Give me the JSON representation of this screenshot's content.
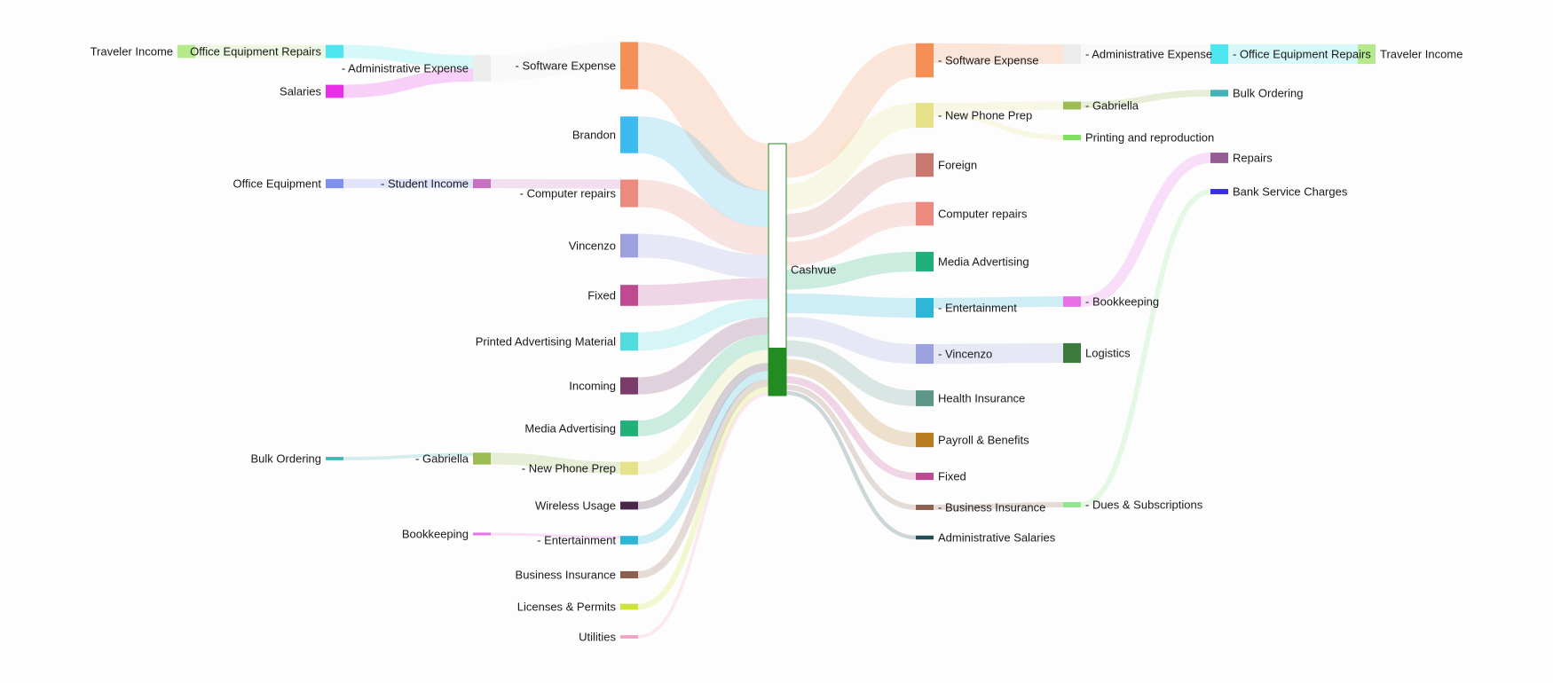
{
  "chart_data": {
    "type": "sankey",
    "title": "",
    "nodes": [
      {
        "id": "traveler_l",
        "label": "Traveler Income",
        "color": "#b5ea8c",
        "value": 1
      },
      {
        "id": "oer_l",
        "label": "Office Equipment Repairs",
        "color": "#4ee6ee",
        "value": 1
      },
      {
        "id": "sal_l",
        "label": "Salaries",
        "color": "#e82ee8",
        "value": 1
      },
      {
        "id": "admin_l",
        "label": "- Administrative Expense",
        "color": "#ececec",
        "value": 2
      },
      {
        "id": "soft_l",
        "label": "- Software Expense",
        "color": "#f58f56",
        "value": 3.6
      },
      {
        "id": "brandon",
        "label": "Brandon",
        "color": "#3bbbee",
        "value": 2.8
      },
      {
        "id": "offeq",
        "label": "Office Equipment",
        "color": "#7f8ff0",
        "value": 0.7
      },
      {
        "id": "student",
        "label": "- Student Income",
        "color": "#c870c0",
        "value": 0.7
      },
      {
        "id": "comp_l",
        "label": "- Computer repairs",
        "color": "#ec8a80",
        "value": 2.1
      },
      {
        "id": "vinc_l",
        "label": "Vincenzo",
        "color": "#9aa1de",
        "value": 1.8
      },
      {
        "id": "fixed_l",
        "label": "Fixed",
        "color": "#c04a92",
        "value": 1.6
      },
      {
        "id": "pam",
        "label": "Printed Advertising Material",
        "color": "#52dcdc",
        "value": 1.4
      },
      {
        "id": "incoming",
        "label": "Incoming",
        "color": "#7b3b6b",
        "value": 1.3
      },
      {
        "id": "media_l",
        "label": "Media Advertising",
        "color": "#22b07a",
        "value": 1.2
      },
      {
        "id": "bulk_l",
        "label": "Bulk Ordering",
        "color": "#40b4b4",
        "value": 0.25
      },
      {
        "id": "gab_l",
        "label": "- Gabriella",
        "color": "#9cbc52",
        "value": 0.9
      },
      {
        "id": "phone_l",
        "label": "- New Phone Prep",
        "color": "#e6e28a",
        "value": 1.0
      },
      {
        "id": "wireless",
        "label": "Wireless Usage",
        "color": "#4a2748",
        "value": 0.6
      },
      {
        "id": "bookk_l",
        "label": "Bookkeeping",
        "color": "#e870e8",
        "value": 0.2
      },
      {
        "id": "ent_l",
        "label": "- Entertainment",
        "color": "#2eb6d6",
        "value": 0.65
      },
      {
        "id": "busins_l",
        "label": "Business Insurance",
        "color": "#8c5f4f",
        "value": 0.55
      },
      {
        "id": "licenses",
        "label": "Licenses & Permits",
        "color": "#cee436",
        "value": 0.45
      },
      {
        "id": "utilities",
        "label": "Utilities",
        "color": "#f49fc4",
        "value": 0.25
      },
      {
        "id": "cashvue",
        "label": "Cashvue",
        "color": "#228b22",
        "value": 19.4
      },
      {
        "id": "soft_r",
        "label": "- Software Expense",
        "color": "#f58f56",
        "value": 2.6
      },
      {
        "id": "phone_r",
        "label": "- New Phone Prep",
        "color": "#e6e28a",
        "value": 1.9
      },
      {
        "id": "foreign",
        "label": "Foreign",
        "color": "#c8786f",
        "value": 1.8
      },
      {
        "id": "comp_r",
        "label": "Computer repairs",
        "color": "#ec8a80",
        "value": 1.8
      },
      {
        "id": "media_r",
        "label": "Media Advertising",
        "color": "#22b07a",
        "value": 1.5
      },
      {
        "id": "ent_r",
        "label": "- Entertainment",
        "color": "#2eb6d6",
        "value": 1.5
      },
      {
        "id": "vinc_r",
        "label": "- Vincenzo",
        "color": "#9aa1de",
        "value": 1.5
      },
      {
        "id": "health",
        "label": "Health Insurance",
        "color": "#5e968a",
        "value": 1.2
      },
      {
        "id": "payroll",
        "label": "Payroll & Benefits",
        "color": "#b87c1e",
        "value": 1.1
      },
      {
        "id": "fixed_r",
        "label": "Fixed",
        "color": "#c04a92",
        "value": 0.55
      },
      {
        "id": "busins_r",
        "label": "- Business Insurance",
        "color": "#8c5f4f",
        "value": 0.4
      },
      {
        "id": "adminsal",
        "label": "Administrative Salaries",
        "color": "#1f4f55",
        "value": 0.3
      },
      {
        "id": "admin_r",
        "label": "- Administrative Expense",
        "color": "#ececec",
        "value": 1.5
      },
      {
        "id": "gab_r",
        "label": "- Gabriella",
        "color": "#9cbc52",
        "value": 0.6
      },
      {
        "id": "printing",
        "label": "Printing and reproduction",
        "color": "#7ee05e",
        "value": 0.4
      },
      {
        "id": "bookk_r",
        "label": "- Bookkeeping",
        "color": "#e870e8",
        "value": 0.8
      },
      {
        "id": "logistics",
        "label": "Logistics",
        "color": "#3c7a3c",
        "value": 1.5
      },
      {
        "id": "dues",
        "label": "- Dues & Subscriptions",
        "color": "#8fe68f",
        "value": 0.4
      },
      {
        "id": "oer_r",
        "label": "- Office Equipment Repairs",
        "color": "#4ee6ee",
        "value": 1.5
      },
      {
        "id": "bulk_r",
        "label": "Bulk Ordering",
        "color": "#40b4b4",
        "value": 0.5
      },
      {
        "id": "repairs",
        "label": "Repairs",
        "color": "#945e94",
        "value": 0.8
      },
      {
        "id": "bank",
        "label": "Bank Service Charges",
        "color": "#3a2ee6",
        "value": 0.4
      },
      {
        "id": "traveler_r",
        "label": "Traveler Income",
        "color": "#b5ea8c",
        "value": 1.5
      }
    ],
    "links": [
      {
        "source": "traveler_l",
        "target": "oer_l",
        "value": 1
      },
      {
        "source": "oer_l",
        "target": "admin_l",
        "value": 1
      },
      {
        "source": "sal_l",
        "target": "admin_l",
        "value": 1
      },
      {
        "source": "admin_l",
        "target": "soft_l",
        "value": 2
      },
      {
        "source": "offeq",
        "target": "student",
        "value": 0.7
      },
      {
        "source": "student",
        "target": "comp_l",
        "value": 0.7
      },
      {
        "source": "bulk_l",
        "target": "gab_l",
        "value": 0.25
      },
      {
        "source": "gab_l",
        "target": "phone_l",
        "value": 0.9
      },
      {
        "source": "bookk_l",
        "target": "ent_l",
        "value": 0.2
      },
      {
        "source": "soft_l",
        "target": "cashvue",
        "value": 3.6
      },
      {
        "source": "brandon",
        "target": "cashvue",
        "value": 2.8
      },
      {
        "source": "comp_l",
        "target": "cashvue",
        "value": 2.1
      },
      {
        "source": "vinc_l",
        "target": "cashvue",
        "value": 1.8
      },
      {
        "source": "fixed_l",
        "target": "cashvue",
        "value": 1.6
      },
      {
        "source": "pam",
        "target": "cashvue",
        "value": 1.4
      },
      {
        "source": "incoming",
        "target": "cashvue",
        "value": 1.3
      },
      {
        "source": "media_l",
        "target": "cashvue",
        "value": 1.2
      },
      {
        "source": "phone_l",
        "target": "cashvue",
        "value": 1.0
      },
      {
        "source": "wireless",
        "target": "cashvue",
        "value": 0.6
      },
      {
        "source": "ent_l",
        "target": "cashvue",
        "value": 0.65
      },
      {
        "source": "busins_l",
        "target": "cashvue",
        "value": 0.55
      },
      {
        "source": "licenses",
        "target": "cashvue",
        "value": 0.45
      },
      {
        "source": "utilities",
        "target": "cashvue",
        "value": 0.25
      },
      {
        "source": "cashvue",
        "target": "soft_r",
        "value": 2.6
      },
      {
        "source": "cashvue",
        "target": "phone_r",
        "value": 1.9
      },
      {
        "source": "cashvue",
        "target": "foreign",
        "value": 1.8
      },
      {
        "source": "cashvue",
        "target": "comp_r",
        "value": 1.8
      },
      {
        "source": "cashvue",
        "target": "media_r",
        "value": 1.5
      },
      {
        "source": "cashvue",
        "target": "ent_r",
        "value": 1.5
      },
      {
        "source": "cashvue",
        "target": "vinc_r",
        "value": 1.5
      },
      {
        "source": "cashvue",
        "target": "health",
        "value": 1.2
      },
      {
        "source": "cashvue",
        "target": "payroll",
        "value": 1.1
      },
      {
        "source": "cashvue",
        "target": "fixed_r",
        "value": 0.55
      },
      {
        "source": "cashvue",
        "target": "busins_r",
        "value": 0.4
      },
      {
        "source": "cashvue",
        "target": "adminsal",
        "value": 0.3
      },
      {
        "source": "soft_r",
        "target": "admin_r",
        "value": 1.5
      },
      {
        "source": "admin_r",
        "target": "oer_r",
        "value": 1.5
      },
      {
        "source": "oer_r",
        "target": "traveler_r",
        "value": 1.5
      },
      {
        "source": "phone_r",
        "target": "gab_r",
        "value": 0.6
      },
      {
        "source": "phone_r",
        "target": "printing",
        "value": 0.4
      },
      {
        "source": "gab_r",
        "target": "bulk_r",
        "value": 0.5
      },
      {
        "source": "ent_r",
        "target": "bookk_r",
        "value": 0.8
      },
      {
        "source": "bookk_r",
        "target": "repairs",
        "value": 0.8
      },
      {
        "source": "vinc_r",
        "target": "logistics",
        "value": 1.5
      },
      {
        "source": "busins_r",
        "target": "dues",
        "value": 0.4
      },
      {
        "source": "dues",
        "target": "bank",
        "value": 0.4
      }
    ]
  }
}
